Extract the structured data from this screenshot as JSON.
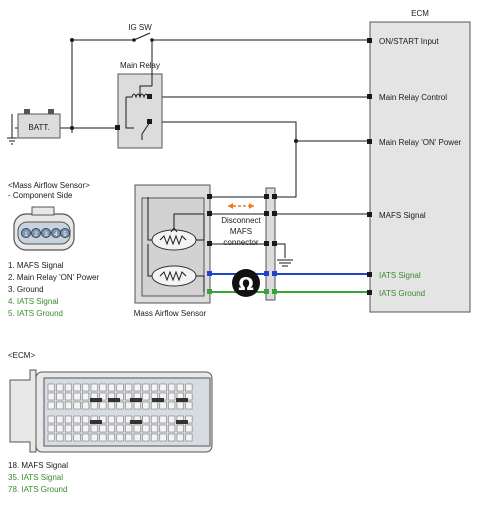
{
  "ecm": {
    "title": "ECM",
    "pins": [
      {
        "label": "ON/START Input",
        "green": false
      },
      {
        "label": "Main Relay Control",
        "green": false
      },
      {
        "label": "Main Relay 'ON' Power",
        "green": false
      },
      {
        "label": "MAFS Signal",
        "green": false
      },
      {
        "label": "IATS Signal",
        "green": true
      },
      {
        "label": "IATS Ground",
        "green": true
      }
    ]
  },
  "ig_sw": {
    "label": "IG SW"
  },
  "main_relay": {
    "label": "Main Relay"
  },
  "battery": {
    "label": "BATT."
  },
  "disconnect_note": {
    "lines": [
      "Disconnect",
      "MAFS",
      "connector"
    ]
  },
  "ohm_symbol": "Ω",
  "sensor": {
    "label": "Mass Airflow Sensor"
  },
  "maf_component": {
    "title_lines": [
      "<Mass Airflow Sensor>",
      "- Component Side"
    ],
    "pin_numbers": [
      "1",
      "2",
      "3",
      "4",
      "5"
    ],
    "pins": [
      {
        "text": "1. MAFS Signal",
        "green": false
      },
      {
        "text": "2. Main Relay 'ON' Power",
        "green": false
      },
      {
        "text": "3. Ground",
        "green": false
      },
      {
        "text": "4. IATS Signal",
        "green": true
      },
      {
        "text": "5. IATS Ground",
        "green": true
      }
    ]
  },
  "ecm_component": {
    "title": "<ECM>",
    "pins": [
      {
        "text": "18. MAFS Signal",
        "green": false
      },
      {
        "text": "35. IATS Signal",
        "green": true
      },
      {
        "text": "78. IATS Ground",
        "green": true
      }
    ]
  },
  "colors": {
    "line": "#1a1a1a",
    "green_text": "#3a8a2e",
    "blue_wire": "#1e44c8",
    "green_wire": "#3aa33a",
    "orange_arrow": "#f07a1a",
    "box_fill": "#dcdcdc",
    "connector_fill": "#c8d2dc",
    "pin_fill": "#7f96b3"
  }
}
